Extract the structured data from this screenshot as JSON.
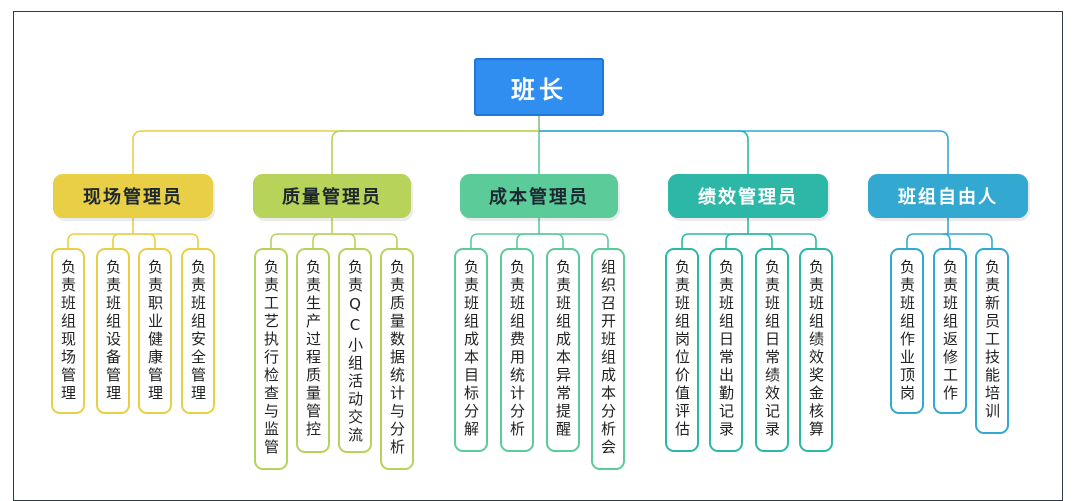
{
  "root": {
    "label": "班长"
  },
  "colors": {
    "root": "#2f8ef0",
    "branches": [
      "#e9cf45",
      "#b7d35a",
      "#5bcb9a",
      "#2db7a6",
      "#33a9d2"
    ]
  },
  "branches": [
    {
      "label": "现场管理员",
      "duties": [
        "负责班组现场管理",
        "负责班组设备管理",
        "负责职业健康管理",
        "负责班组安全管理"
      ]
    },
    {
      "label": "质量管理员",
      "duties": [
        "负责工艺执行检查与监管",
        "负责生产过程质量管控",
        "负责QC小组活动交流",
        "负责质量数据统计与分析"
      ]
    },
    {
      "label": "成本管理员",
      "duties": [
        "负责班组成本目标分解",
        "负责班组费用统计分析",
        "负责班组成本异常提醒",
        "组织召开班组成本分析会"
      ]
    },
    {
      "label": "绩效管理员",
      "duties": [
        "负责班组岗位价值评估",
        "负责班组日常出勤记录",
        "负责班组日常绩效记录",
        "负责班组绩效奖金核算"
      ]
    },
    {
      "label": "班组自由人",
      "duties": [
        "负责班组作业顶岗",
        "负责班组返修工作",
        "负责新员工技能培训"
      ]
    }
  ]
}
